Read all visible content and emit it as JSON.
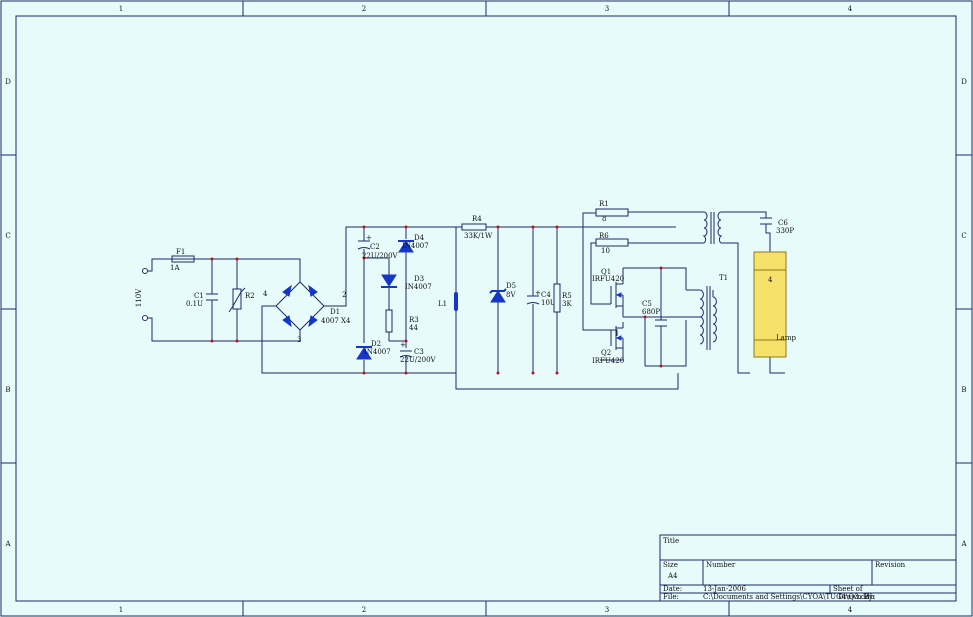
{
  "frame": {
    "columns": [
      "1",
      "2",
      "3",
      "4"
    ],
    "rows": [
      "D",
      "C",
      "B",
      "A"
    ]
  },
  "components": {
    "f1": {
      "ref": "F1",
      "value": "1A"
    },
    "input": {
      "label": "110V"
    },
    "c1": {
      "ref": "C1",
      "value": "0.1U"
    },
    "r2": {
      "ref": "R2"
    },
    "bridge": {
      "pin_left": "4",
      "pin_right": "2",
      "pin_bottom": "3",
      "ref": "D1",
      "value": "4007 X4"
    },
    "c2": {
      "ref": "C2",
      "value": "22U/200V",
      "plus": "+"
    },
    "d4": {
      "ref": "D4",
      "value": "IN4007"
    },
    "d3": {
      "ref": "D3",
      "value": "IN4007"
    },
    "r3": {
      "ref": "R3",
      "value": "44"
    },
    "d2": {
      "ref": "D2",
      "value": "IN4007"
    },
    "c3": {
      "ref": "C3",
      "value": "22U/200V",
      "plus": "+"
    },
    "r4": {
      "ref": "R4",
      "value": "33K/1W"
    },
    "l1": {
      "ref": "L1"
    },
    "d5": {
      "ref": "D5",
      "value": "8V"
    },
    "c4": {
      "ref": "C4",
      "value": "10U",
      "plus": "+"
    },
    "r5": {
      "ref": "R5",
      "value": "3K"
    },
    "r1": {
      "ref": "R1",
      "value": "8"
    },
    "r6": {
      "ref": "R6",
      "value": "10"
    },
    "q1": {
      "ref": "Q1",
      "value": "IRFU420"
    },
    "q2": {
      "ref": "Q2",
      "value": "IRFU420"
    },
    "c5": {
      "ref": "C5",
      "value": "680P"
    },
    "t1": {
      "ref": "T1"
    },
    "c6": {
      "ref": "C6",
      "value": "330P"
    },
    "lamp": {
      "ref": "Lamp",
      "pin": "4"
    }
  },
  "titleblock": {
    "title_label": "Title",
    "size_label": "Size",
    "size_value": "A4",
    "number_label": "Number",
    "revision_label": "Revision",
    "date_label": "Date:",
    "date_value": "13-Jan-2006",
    "sheet_label": "Sheet    of",
    "file_label": "File:",
    "file_value": "C:\\Documents and Settings\\CYOA\\TUG4\\Q3.ddb",
    "drawn_label": "Drawn By:"
  }
}
